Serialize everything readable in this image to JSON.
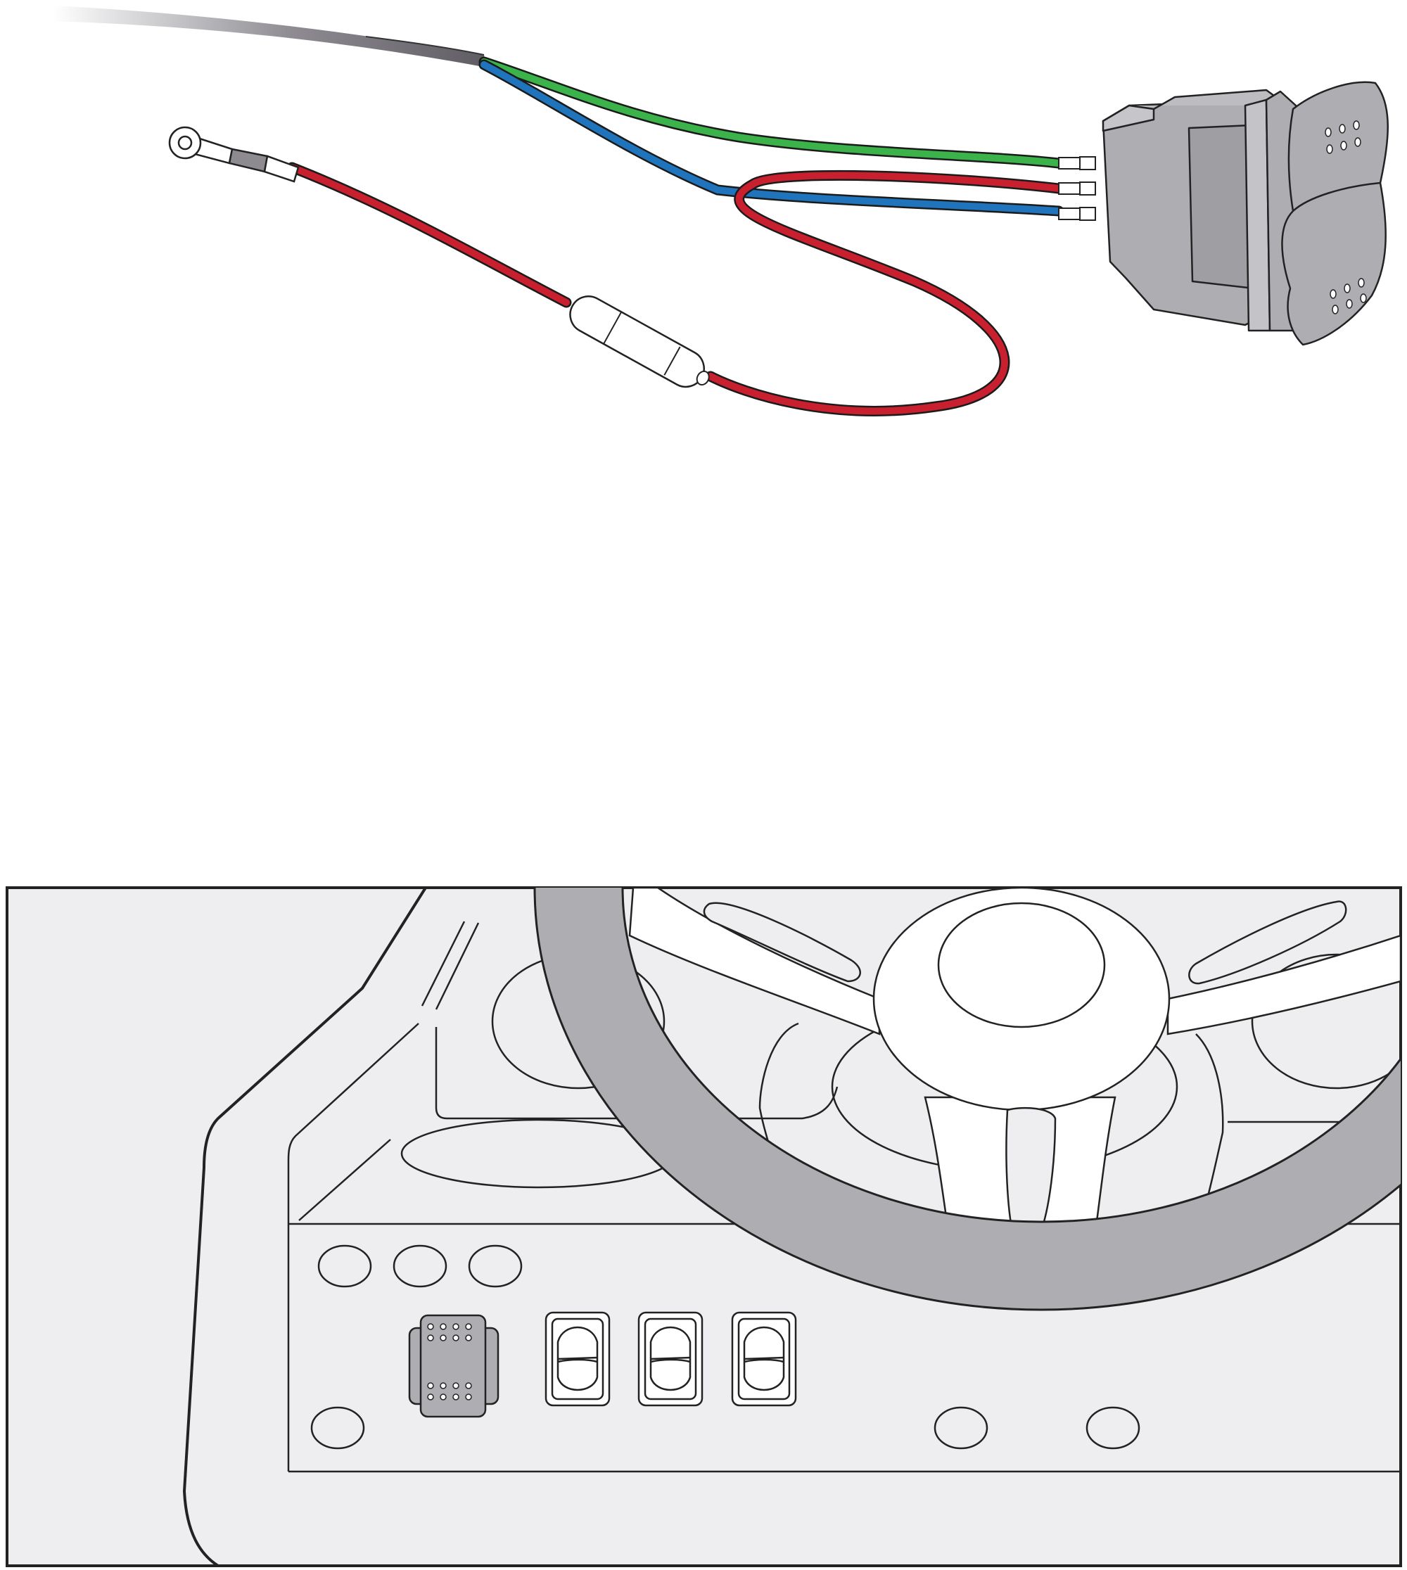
{
  "figure": {
    "top_panel": {
      "subject": "switch-wiring-harness",
      "colors": {
        "cable_jacket": "#6e6c72",
        "green_wire": "#3bb34a",
        "blue_wire": "#1f74bc",
        "red_wire": "#c8202f",
        "switch_body": "#aeadb2",
        "fuse_holder": "#ffffff",
        "outline": "#222222"
      }
    },
    "bottom_panel": {
      "subject": "boat-helm-dashboard",
      "colors": {
        "dash_fill": "#eeeef0",
        "steering_rim": "#aeadb2",
        "installed_switch": "#aeadb2",
        "outline": "#222222"
      },
      "rocker_switch_count": 3,
      "gauge_count": 5
    }
  }
}
